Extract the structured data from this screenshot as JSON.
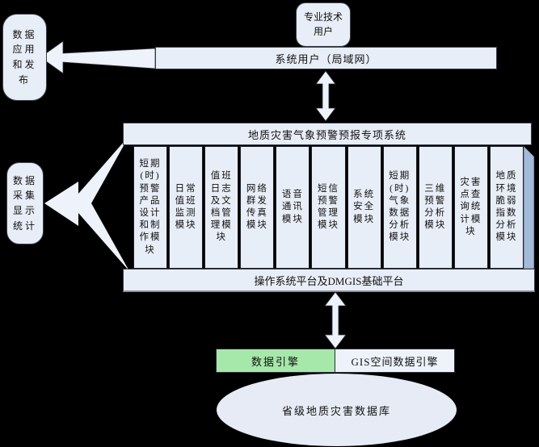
{
  "colors": {
    "background": "#000000",
    "box_fill": "#e8eef7",
    "data_engine_green": "#a6e7aa",
    "bevel_blue": "#a4bada",
    "arrow_fill": "#eef2fa"
  },
  "top_user_box": {
    "label": "专业技术\n用户"
  },
  "lan_bar": {
    "label": "系统用户（局域网）"
  },
  "data_publish_box": {
    "label": "数据\n应用\n和发\n布"
  },
  "data_collect_box": {
    "label": "数据\n采集\n显示\n统计"
  },
  "system": {
    "header": "地质灾害气象预警预报专项系统",
    "modules": [
      "短期\n(时)\n预警\n产品\n设计\n和制\n作模\n块",
      "日常\n值班\n监测\n模块",
      "值班\n日志\n及文\n档管\n理模\n块",
      "网络\n群发\n传真\n模块",
      "语音\n通讯\n模块",
      "短信\n预警\n管理\n模块",
      "系统\n安全\n模块",
      "短期\n(时)\n气象\n数据\n分析\n模块",
      "三维\n预警\n分析\n模块",
      "灾害\n点查\n询统\n计模\n块",
      "地质\n环境\n脆弱\n指数\n分析\n模块"
    ],
    "platform_bar": "操作系统平台及DMGIS基础平台"
  },
  "engines": {
    "data_engine": "数据引擎",
    "gis_engine": "GIS空间数据引擎"
  },
  "database": {
    "label": "省级地质灾害数据库"
  }
}
